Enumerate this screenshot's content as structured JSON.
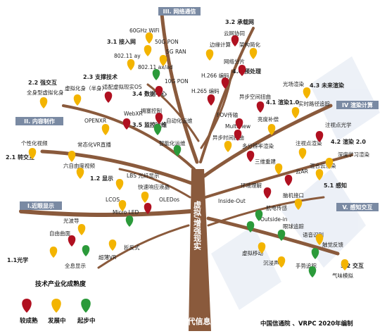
{
  "headers": {
    "h1": "I.近眼显示",
    "h2": "II. 内容制作",
    "h3": "III. 网络通信",
    "h4": "IV 渲染计算",
    "h5": "V. 感知交互"
  },
  "sections": {
    "s11": "1.1光学",
    "s12": "1.2 显示",
    "s21": "2.1 转交互",
    "s22": "2.2 强交互",
    "s31": "3.1 接入网",
    "s32": "3.2 承载网",
    "s33": "2.3 支撑技术",
    "s34": "3.4 数据中心",
    "s35": "3.5 监控运维",
    "s41": "4.1 渲染1.0",
    "s42": "4.2 渲染 2.0",
    "s43": "4.3 未来渲染",
    "s51": "5.1 感知",
    "s52": "5.2 交互",
    "s40": "4.0 预处理"
  },
  "items": {
    "i_wifi": "60GHz WiFi",
    "i_50g": "50G PON",
    "i_5g": "5G RAN",
    "i_80211ay": "802.11 ay",
    "i_80211ax": "802.11 ax/ad",
    "i_10g": "10G PON",
    "i_cloud": "云网协同",
    "i_edge": "边缘计算",
    "i_arch": "架构简化",
    "i_netslice": "网络分片",
    "i_h266": "H.266 编码",
    "i_h265": "H.265 编码",
    "i_fov": "FOV传输",
    "i_async": "异步空间扭曲",
    "i_render_ctl": "拥塞控制",
    "i_auto": "自动化运维",
    "i_smart": "智能化运维",
    "i_light": "光场渲染",
    "i_realtime": "实时路径追踪",
    "i_gaze": "注视点光学",
    "i_deep": "深度学习渲染",
    "i_mix": "混合云渲染",
    "i_gazerender": "注视点渲染",
    "i_multiview": "MultiView",
    "i_distort": "异步时间扭曲",
    "i_multires": "多分辨率渲染",
    "i_brightness": "亮度补偿",
    "i_3d": "三维重建",
    "i_car": "云AR",
    "i_env": "环境理解",
    "i_bci": "脑机接口",
    "i_insideout": "Inside-Out",
    "i_outsidein": "Outside-in",
    "i_eye": "眼球追踪",
    "i_voice": "语音识别",
    "i_haptic": "触觉反馈",
    "i_hand": "手势追踪",
    "i_virtual_move": "虚拟移动",
    "i_sound": "沉浸声场",
    "i_smell": "气味模拟",
    "i_myo": "肌电传感",
    "i_personal": "个性化视频",
    "i_vr_live": "常态化VR直播",
    "i_6dof": "六自由度视频",
    "i_fullbody": "全身型虚拟化身",
    "i_avatar": "虚拟化身（半身）",
    "i_lowlat": "适配虚拟现实OS",
    "i_openxr": "OPENXR",
    "i_webxr": "WebXR",
    "i_lbs": "LBS 光纤显示",
    "i_fastlcd": "快速响应液晶",
    "i_lcos": "LCOS",
    "i_oleds": "OLEDos",
    "i_microled": "Micro LED",
    "i_lightwave": "光波导",
    "i_freeform": "自由曲面",
    "i_fresnel": "折反式",
    "i_ultravr": "超薄VR",
    "i_holo": "全息显示"
  },
  "trunk": {
    "title": "虚拟/增强现实",
    "base": "新一代信息技术"
  },
  "legend": {
    "title": "技术产业化成熟度",
    "mature": "较成熟",
    "developing": "发展中",
    "starting": "起步中"
  },
  "credit": "中国信通院 、VRPC 2020年编制",
  "colors": {
    "mature": "#b01020",
    "developing": "#f3b400",
    "starting": "#2b9a3a",
    "trunk": "#8a5a3c",
    "header": "#7a8aa3"
  }
}
